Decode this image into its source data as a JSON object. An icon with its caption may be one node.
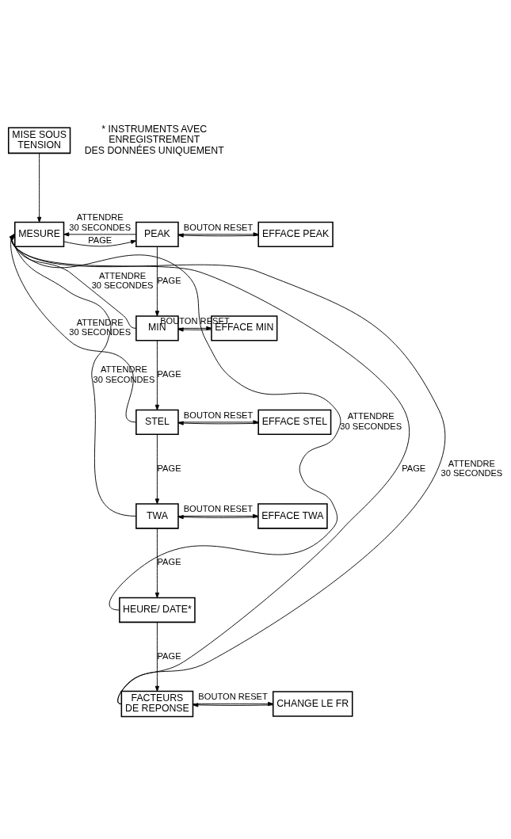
{
  "diagram": {
    "nodes": [
      {
        "text": [
          "MISE SOUS TENSION"
        ]
      },
      {
        "text": [
          "MESURE"
        ]
      },
      {
        "text": [
          "PEAK"
        ]
      },
      {
        "text": [
          "EFFACE PEAK"
        ]
      },
      {
        "text": [
          "MIN"
        ]
      },
      {
        "text": [
          "EFFACE MIN"
        ]
      },
      {
        "text": [
          "STEL"
        ]
      },
      {
        "text": [
          "EFFACE STEL"
        ]
      },
      {
        "text": [
          "TWA"
        ]
      },
      {
        "text": [
          "EFFACE TWA"
        ]
      },
      {
        "text": [
          "HEURE/ DATE*"
        ]
      },
      {
        "text": [
          "FACTEURS DE REPONSE"
        ]
      },
      {
        "text": [
          "CHANGE LE FR"
        ]
      }
    ],
    "edges": [
      {
        "from": 0,
        "to": 1,
        "arrow": "to"
      },
      {
        "from": 1,
        "to": 2,
        "arrow": "to",
        "label": "PAGE"
      },
      {
        "from": 2,
        "to": 3,
        "arrow": "to",
        "label": "BOUTON RESET"
      },
      {
        "from": 3,
        "to": 2,
        "arrow": "to"
      },
      {
        "from": 2,
        "to": 1,
        "arrow": "to",
        "label": "ATTENDRE 30 SECONDES"
      },
      {
        "from": 2,
        "to": 4,
        "arrow": "to",
        "label": "PAGE"
      },
      {
        "from": 4,
        "to": 5,
        "arrow": "to",
        "label": "BOUTON RESET"
      },
      {
        "from": 5,
        "to": 4,
        "arrow": "to"
      },
      {
        "from": 4,
        "to": 1,
        "arrow": "to",
        "label": "ATTENDRE 30 SECONDES"
      },
      {
        "from": 4,
        "to": 6,
        "arrow": "to",
        "label": "PAGE"
      },
      {
        "from": 6,
        "to": 7,
        "arrow": "to",
        "label": "BOUTON RESET"
      },
      {
        "from": 7,
        "to": 6,
        "arrow": "to"
      },
      {
        "from": 6,
        "to": 1,
        "arrow": "to",
        "label": "ATTENDRE 30 SECONDES"
      },
      {
        "from": 6,
        "to": 8,
        "arrow": "to",
        "label": "PAGE"
      },
      {
        "from": 8,
        "to": 9,
        "arrow": "to",
        "label": "BOUTON RESET"
      },
      {
        "from": 9,
        "to": 8,
        "arrow": "to"
      },
      {
        "from": 8,
        "to": 1,
        "arrow": "to",
        "label": "ATTENDRE 30 SECONDES"
      },
      {
        "from": 8,
        "to": 10,
        "arrow": "to",
        "label": "PAGE"
      },
      {
        "from": 10,
        "to": 1,
        "arrow": "to",
        "label": "ATTENDRE 30 SECONDES"
      },
      {
        "from": 10,
        "to": 11,
        "arrow": "to",
        "label": "PAGE"
      },
      {
        "from": 11,
        "to": 12,
        "arrow": "to",
        "label": "BOUTON RESET"
      },
      {
        "from": 12,
        "to": 11,
        "arrow": "to"
      },
      {
        "from": 11,
        "to": 1,
        "arrow": "to",
        "label": "ATTENDRE 30 SECONDES"
      },
      {
        "from": 11,
        "to": 1,
        "arrow": "to",
        "label": "PAGE"
      }
    ],
    "labels": [
      "* INSTRUMENTS AVEC ENREGISTREMENT DES DONNÉES UNIQUEMENT"
    ]
  }
}
